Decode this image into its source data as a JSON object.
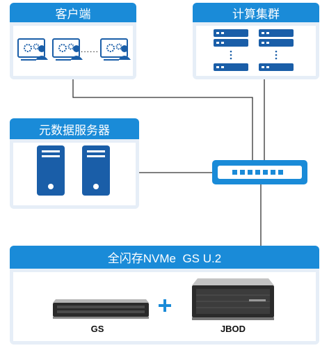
{
  "diagram": {
    "client": {
      "title": "客户端",
      "dots": "......"
    },
    "cluster": {
      "title": "计算集群"
    },
    "metadata": {
      "title": "元数据服务器"
    },
    "storage": {
      "title": "全闪存NVMe  GS U.2",
      "plus": "+",
      "gs_label": "GS",
      "jbod_label": "JBOD"
    }
  },
  "colors": {
    "accent": "#1a8bd8",
    "icon": "#1a5ea8",
    "panel_bg": "#e6eef7",
    "line": "#333333"
  },
  "icons": [
    "workstation-icon",
    "server-rack-icon",
    "server-tower-icon",
    "network-switch-icon",
    "storage-array-icon",
    "jbod-enclosure-icon"
  ]
}
